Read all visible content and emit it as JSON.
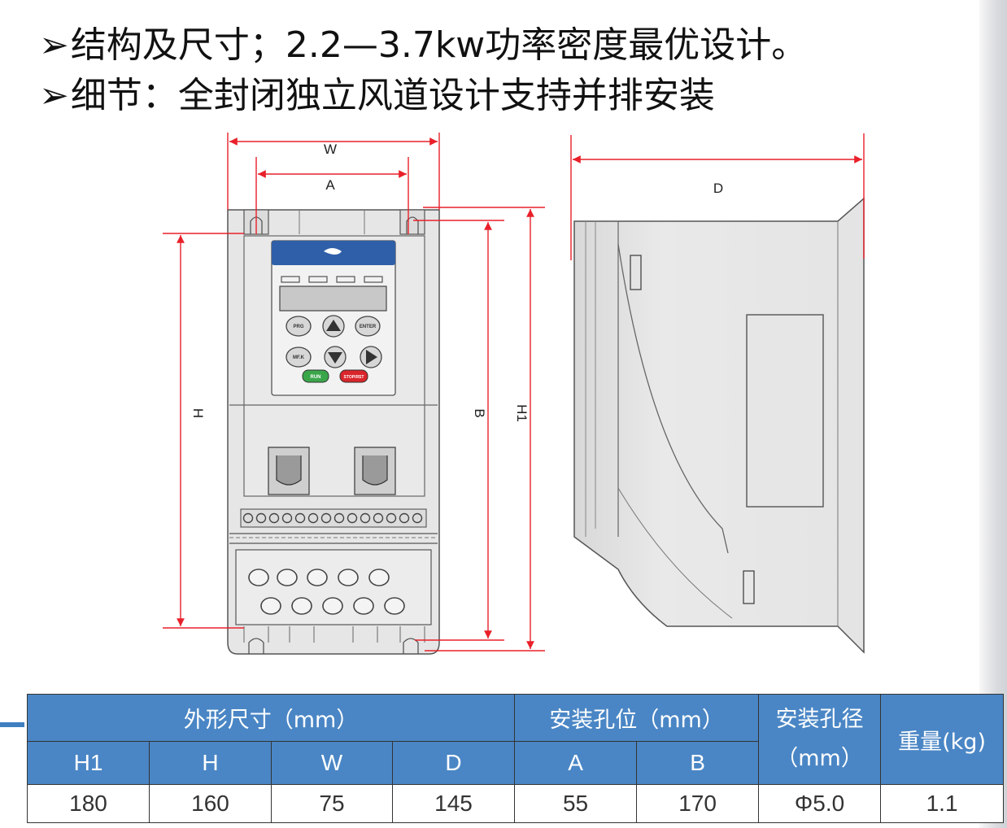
{
  "headings": {
    "marker": "➢",
    "line1": "结构及尺寸；2.2—3.7kw功率密度最优设计。",
    "line2": "细节：全封闭独立风道设计支持并排安装"
  },
  "front_view": {
    "dim_w": "W",
    "dim_a": "A",
    "dim_h": "H",
    "dim_b": "B",
    "dim_h1": "H1",
    "keys": {
      "prg": "PRG",
      "enter": "ENTER",
      "mf": "MF.K",
      "run": "RUN",
      "stop": "STOP/RST"
    }
  },
  "side_view": {
    "dim_d": "D"
  },
  "colors": {
    "table_header": "#4a86c5",
    "arrow": "#e8202a",
    "run_key": "#3aa64a",
    "stop_key": "#d9252b",
    "logo_band": "#2f5fa8"
  },
  "table": {
    "group_outline": "外形尺寸（mm）",
    "group_mount": "安装孔位（mm）",
    "hole_top": "安装孔径",
    "hole_bottom": "（mm）",
    "weight": "重量(kg)",
    "columns": [
      "H1",
      "H",
      "W",
      "D",
      "A",
      "B"
    ],
    "values": [
      "180",
      "160",
      "75",
      "145",
      "55",
      "170",
      "Φ5.0",
      "1.1"
    ]
  }
}
